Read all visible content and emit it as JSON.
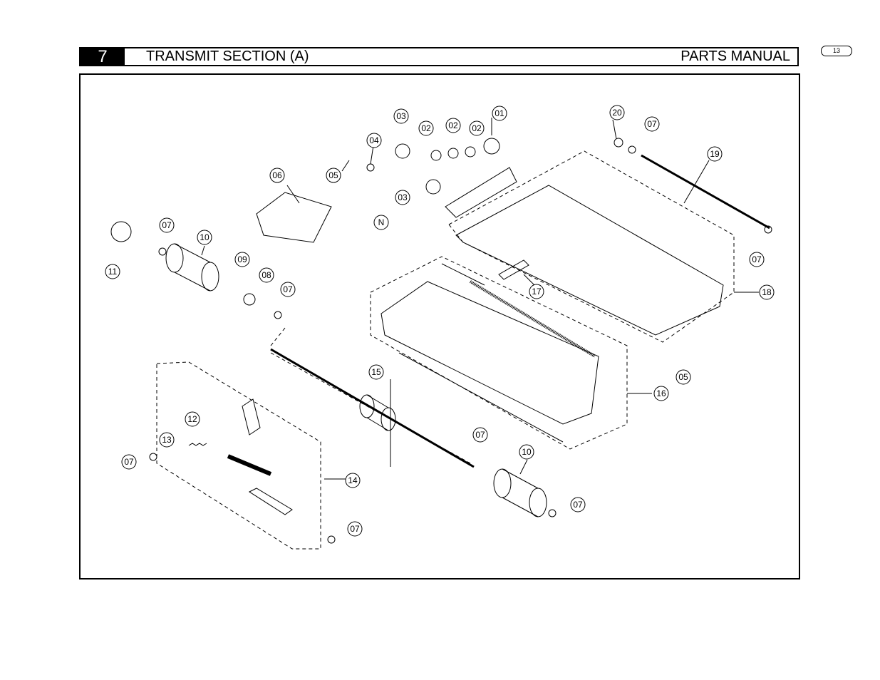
{
  "header": {
    "section_number": "7",
    "section_title": "TRANSMIT SECTION (A)",
    "manual_label": "PARTS MANUAL",
    "page_number": "13"
  },
  "callouts": [
    "01",
    "02",
    "02",
    "02",
    "03",
    "03",
    "04",
    "05",
    "06",
    "07",
    "07",
    "07",
    "07",
    "07",
    "07",
    "07",
    "07",
    "08",
    "09",
    "10",
    "10",
    "11",
    "12",
    "13",
    "14",
    "15",
    "16",
    "17",
    "18",
    "19",
    "20",
    "05",
    "N"
  ],
  "icons": [
    "exploded-parts-diagram"
  ]
}
